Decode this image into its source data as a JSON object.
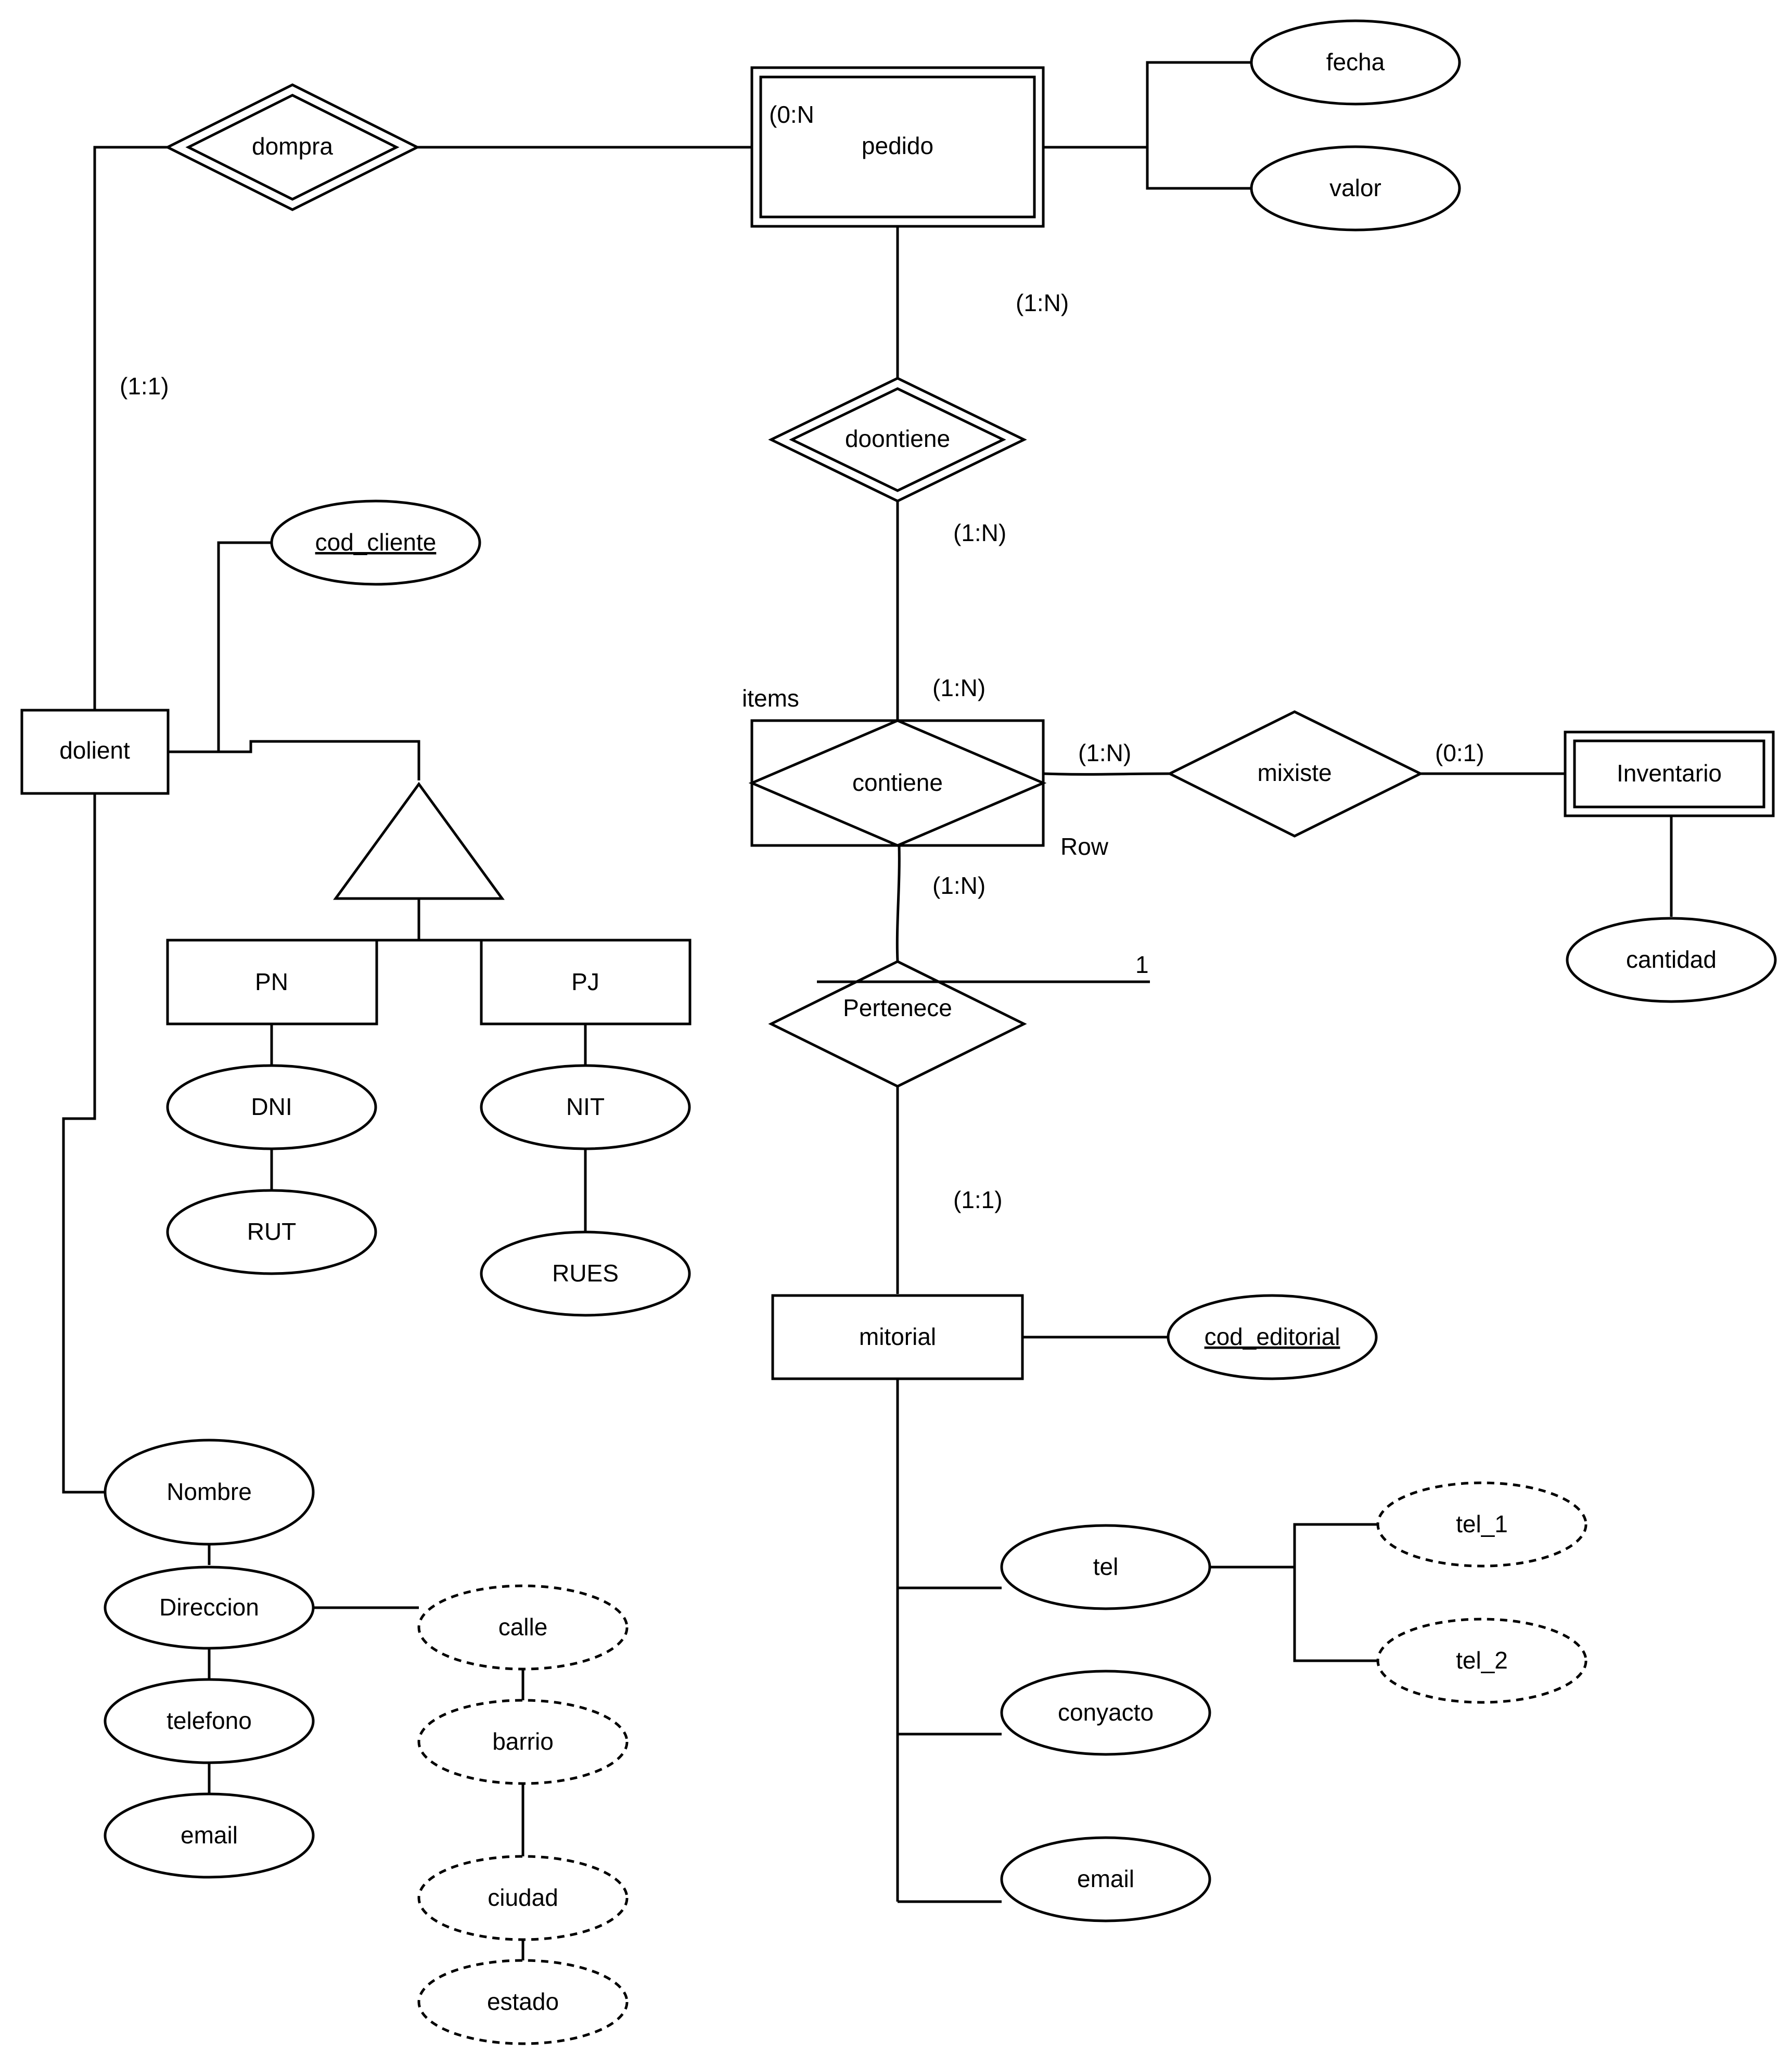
{
  "diagram": {
    "entities": {
      "dolient": "dolient",
      "pedido": "pedido",
      "pedido_card": "(0:N",
      "pn": "PN",
      "pj": "PJ",
      "mitorial": "mitorial",
      "inventario": "Inventario"
    },
    "relationships": {
      "dompra": "dompra",
      "doontiene": "doontiene",
      "contiene": "contiene",
      "mixiste": "mixiste",
      "pertenece": "Pertenece"
    },
    "attributes": {
      "fecha": "fecha",
      "valor": "valor",
      "cod_cliente": "cod_cliente",
      "dni": "DNI",
      "rut": "RUT",
      "nit": "NIT",
      "rues": "RUES",
      "nombre": "Nombre",
      "direccion": "Direccion",
      "telefono": "telefono",
      "email_cliente": "email",
      "calle": "calle",
      "barrio": "barrio",
      "ciudad": "ciudad",
      "estado": "estado",
      "cod_editorial": "cod_editorial",
      "tel": "tel",
      "tel_1": "tel_1",
      "tel_2": "tel_2",
      "conyacto": "conyacto",
      "email_editorial": "email",
      "cantidad": "cantidad"
    },
    "labels": {
      "card_1_1_left": "(1:1)",
      "card_1_n_pedido": "(1:N)",
      "card_1_n_doontiene": "(1:N)",
      "card_1_n_contiene_top": "(1:N)",
      "items": "items",
      "card_1_n_mixiste": "(1:N)",
      "card_0_1": "(0:1)",
      "row": "Row",
      "card_1_n_contiene_bottom": "(1:N)",
      "one": "1",
      "card_1_1_mitorial": "(1:1)"
    }
  }
}
